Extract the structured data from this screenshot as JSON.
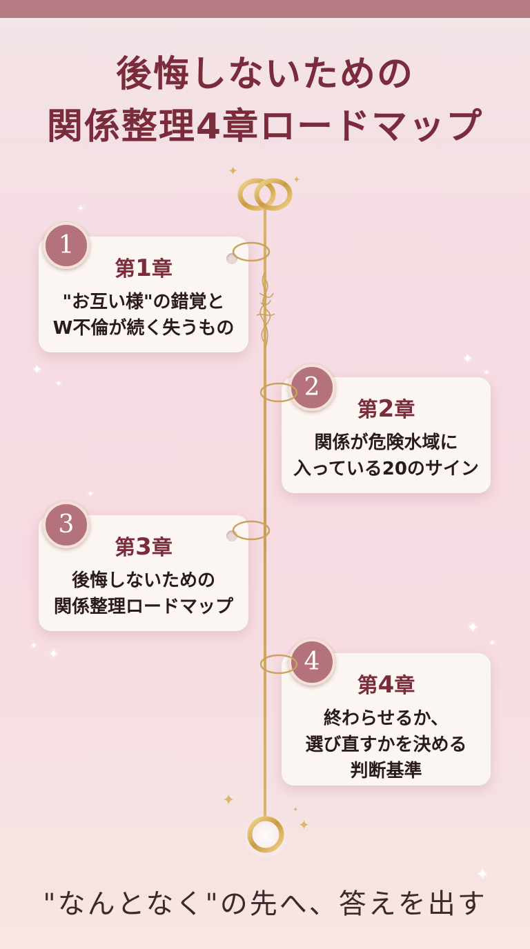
{
  "title": {
    "line1": "後悔しないための",
    "line2": "関係整理4章ロードマップ"
  },
  "chapters": [
    {
      "badge": "1",
      "prefix": "第",
      "num": "1",
      "suffix": "章",
      "line1": "\"お互い様\"の錯覚と",
      "line2": "W不倫が続く失うもの",
      "line3": ""
    },
    {
      "badge": "2",
      "prefix": "第",
      "num": "2",
      "suffix": "章",
      "line1": "関係が危険水域に",
      "line2": "入っている20のサイン",
      "line3": ""
    },
    {
      "badge": "3",
      "prefix": "第",
      "num": "3",
      "suffix": "章",
      "line1": "後悔しないための",
      "line2": "関係整理ロードマップ",
      "line3": ""
    },
    {
      "badge": "4",
      "prefix": "第",
      "num": "4",
      "suffix": "章",
      "line1": "終わらせるか、",
      "line2": "選び直すかを決める",
      "line3": "判断基準"
    }
  ],
  "footer": "\"なんとなく\"の先へ、答えを出す",
  "colors": {
    "accent": "#7b2c3c",
    "badge": "#b4727d",
    "gold": "#d8b46a",
    "card": "#fbf6f2"
  },
  "icons": [
    "wedding-rings-icon",
    "gold-ring-icon",
    "sparkle-icon"
  ]
}
